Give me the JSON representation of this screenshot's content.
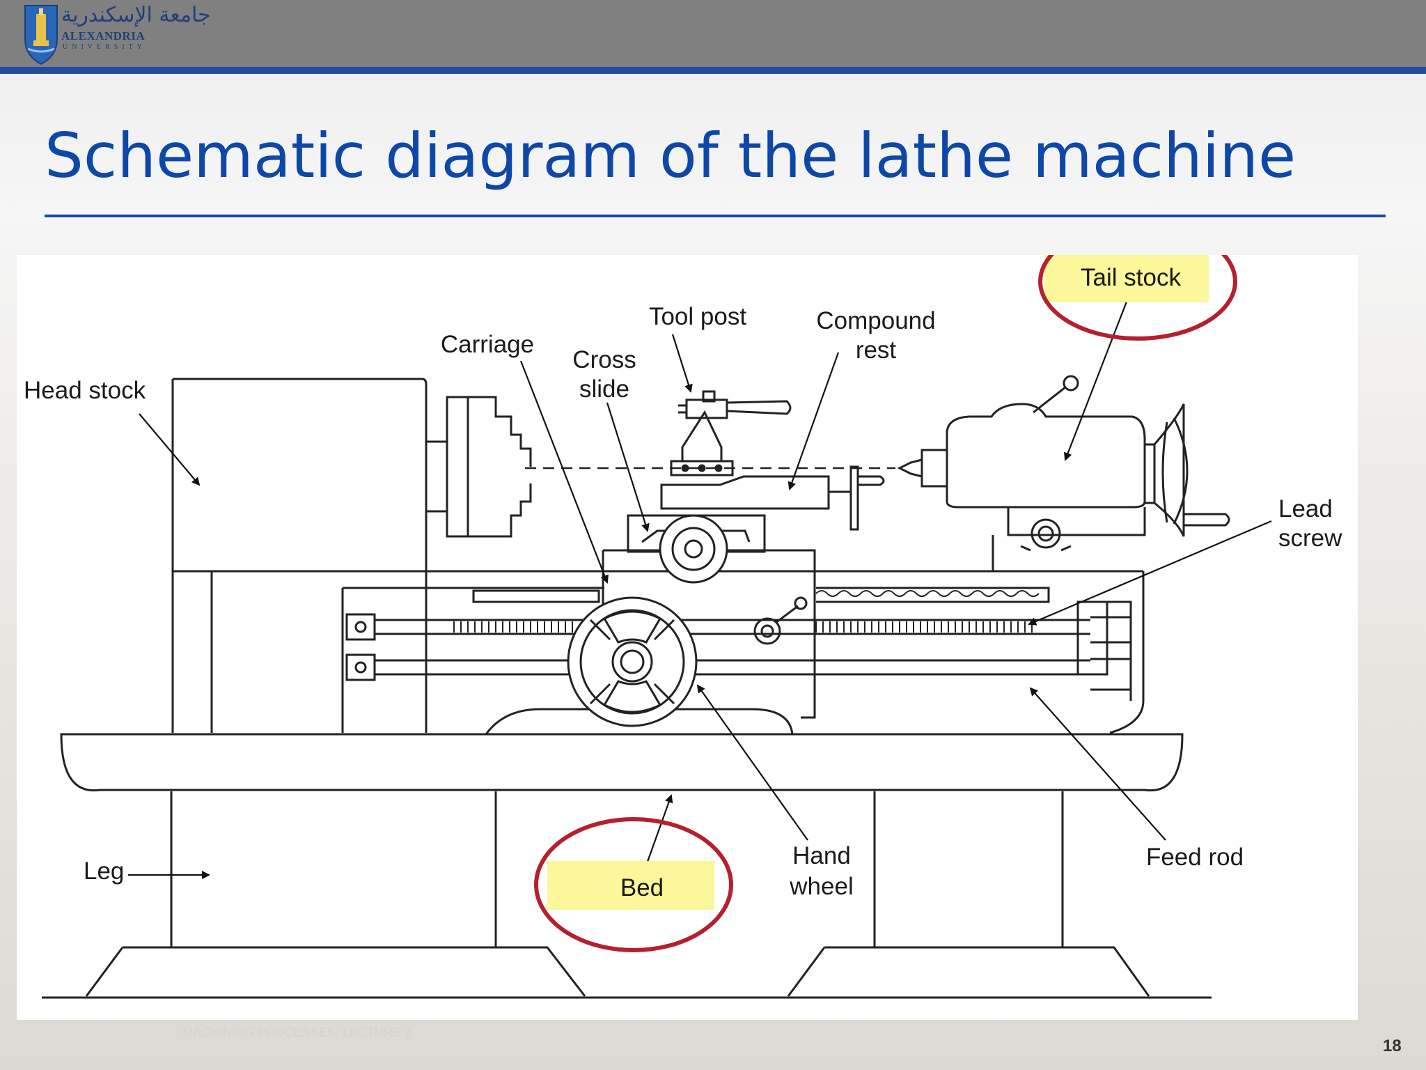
{
  "header": {
    "logo_arabic": "جامعة الإسكندرية",
    "logo_name": "ALEXANDRIA",
    "logo_sub": "UNIVERSITY"
  },
  "slide": {
    "title": "Schematic diagram of the lathe machine",
    "footer": "MACHINING PROCESSES, LECTURE 2",
    "page_number": "18"
  },
  "diagram": {
    "labels": {
      "tail_stock": "Tail stock",
      "tool_post": "Tool post",
      "compound_rest_1": "Compound",
      "compound_rest_2": "rest",
      "carriage": "Carriage",
      "cross_slide_1": "Cross",
      "cross_slide_2": "slide",
      "head_stock": "Head stock",
      "lead_screw_1": "Lead",
      "lead_screw_2": "screw",
      "leg": "Leg",
      "bed": "Bed",
      "hand_wheel_1": "Hand",
      "hand_wheel_2": "wheel",
      "feed_rod": "Feed rod"
    },
    "highlighted": [
      "Tail stock",
      "Bed"
    ],
    "highlight_color": "#fbf79a",
    "circle_color": "#b5202e"
  }
}
